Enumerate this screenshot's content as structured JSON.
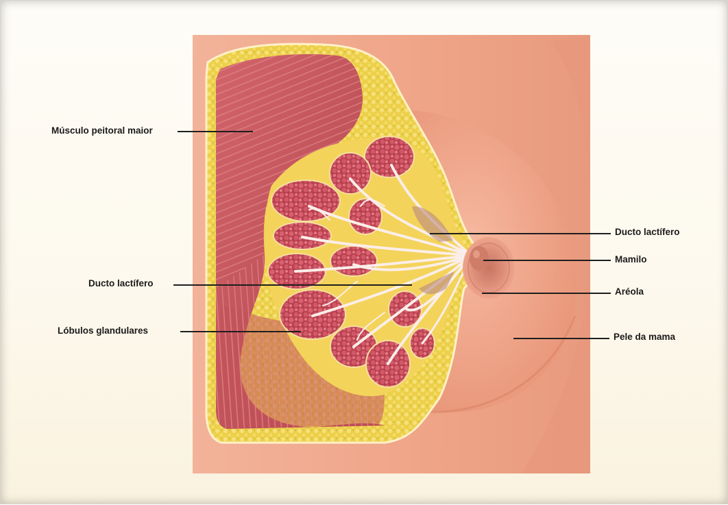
{
  "labels": {
    "pectoral_muscle": "Músculo peitoral maior",
    "duct_left": "Ducto lactífero",
    "lobules": "Lóbulos glandulares",
    "duct_right": "Ducto lactífero",
    "nipple": "Mamilo",
    "areola": "Aréola",
    "skin": "Pele da mama"
  },
  "colors": {
    "skin": "#f0a98b",
    "muscle": "#c4535b",
    "fat": "#edd24a",
    "lobule": "#c94e60",
    "areola": "#de8f7b",
    "leader": "#1e1e1e"
  }
}
